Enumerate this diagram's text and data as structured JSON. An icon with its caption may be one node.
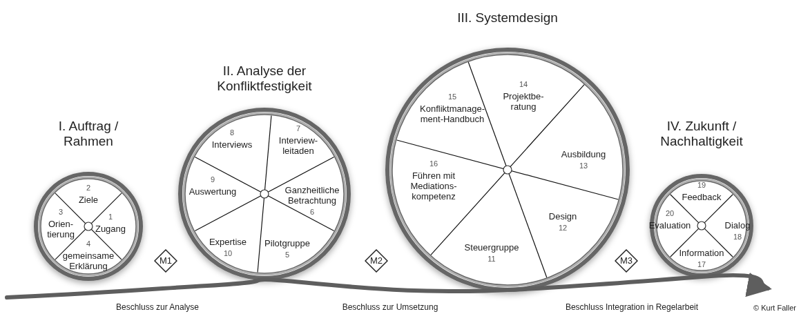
{
  "diagram": {
    "nodes": [
      {
        "text": [
          "I. Auftrag / Rahmen"
        ]
      },
      {
        "text": [
          "1",
          "Zugang"
        ],
        "in": 0
      },
      {
        "text": [
          "2",
          "Ziele"
        ],
        "in": 0
      },
      {
        "text": [
          "3",
          "Orien- tierung"
        ],
        "in": 0
      },
      {
        "text": [
          "4",
          "gemeinsame Erklärung"
        ],
        "in": 0
      },
      {
        "text": [
          "M1"
        ],
        "beside": [
          "Beschluss zur Analyse"
        ]
      },
      {
        "text": [
          "II. Analyse der Konfliktfestigkeit"
        ]
      },
      {
        "text": [
          "Pilotgruppe",
          "5"
        ],
        "in": 6
      },
      {
        "text": [
          "Ganzheitliche Betrachtung",
          "6"
        ],
        "in": 6
      },
      {
        "text": [
          "7",
          "Interview- leitaden"
        ],
        "in": 6
      },
      {
        "text": [
          "8",
          "Interviews"
        ],
        "in": 6
      },
      {
        "text": [
          "9",
          "Auswertung"
        ],
        "in": 6
      },
      {
        "text": [
          "Expertise",
          "10"
        ],
        "in": 6
      },
      {
        "text": [
          "M2"
        ],
        "beside": [
          "Beschluss zur Umsetzung"
        ]
      },
      {
        "text": [
          "III. Systemdesign"
        ]
      },
      {
        "text": [
          "Steuergruppe",
          "11"
        ],
        "in": 14
      },
      {
        "text": [
          "Design",
          "12"
        ],
        "in": 14
      },
      {
        "text": [
          "Ausbildung",
          "13"
        ],
        "in": 14
      },
      {
        "text": [
          "14",
          "Projektbe- ratung"
        ],
        "in": 14
      },
      {
        "text": [
          "15",
          "Konfliktmanage- ment-Handbuch"
        ],
        "in": 14
      },
      {
        "text": [
          "16",
          "Führen mit Mediations- kompetenz"
        ],
        "in": 14
      },
      {
        "text": [
          "M3"
        ],
        "beside": [
          "Beschluss Integration in Regelarbeit"
        ]
      },
      {
        "text": [
          "IV. Zukunft / Nachhaltigkeit"
        ]
      },
      {
        "text": [
          "Information",
          "17"
        ],
        "in": 22
      },
      {
        "text": [
          "Dialog",
          "18"
        ],
        "in": 22
      },
      {
        "text": [
          "19",
          "Feedback"
        ],
        "in": 22
      },
      {
        "text": [
          "20",
          "Evaluation"
        ],
        "in": 22
      }
    ],
    "labels": [
      "© Kurt Faller"
    ]
  }
}
